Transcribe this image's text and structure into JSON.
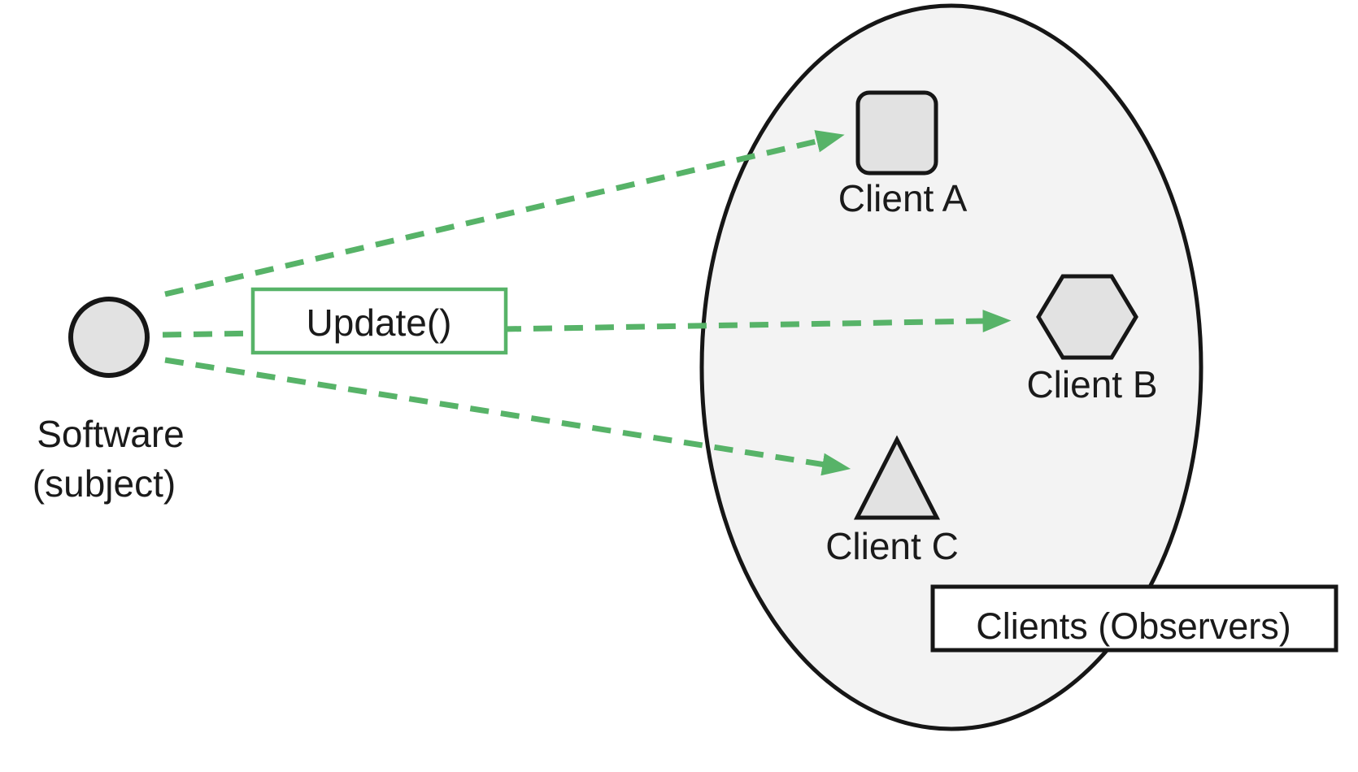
{
  "subject": {
    "label_line1": "Software",
    "label_line2": "(subject)"
  },
  "update_box": {
    "label": "Update()"
  },
  "observers": {
    "group_label": "Clients (Observers)",
    "clients": [
      {
        "name": "Client A",
        "shape": "rounded-square"
      },
      {
        "name": "Client B",
        "shape": "hexagon"
      },
      {
        "name": "Client C",
        "shape": "triangle"
      }
    ]
  },
  "colors": {
    "green": "#57b368",
    "ellipse_fill": "#f3f3f3",
    "node_fill": "#e2e2e2",
    "stroke": "#161616"
  }
}
